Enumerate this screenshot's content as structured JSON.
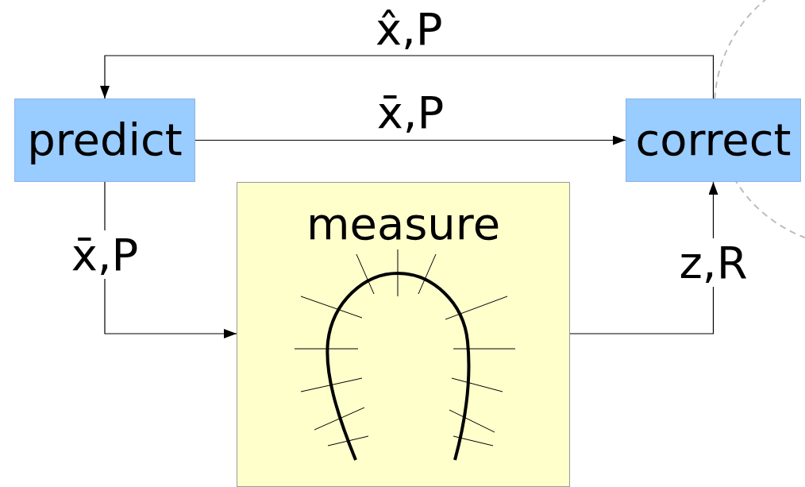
{
  "diagram": {
    "nodes": [
      {
        "text": [
          "predict"
        ]
      },
      {
        "text": [
          "correct"
        ]
      },
      {
        "text": [
          "measure"
        ]
      }
    ],
    "edges": [
      {
        "from": 1,
        "to": 0,
        "arrow": "to",
        "label": "x̂,P"
      },
      {
        "from": 0,
        "to": 1,
        "arrow": "to",
        "label": "x̄,P"
      },
      {
        "from": 0,
        "to": 2,
        "arrow": "to",
        "label": "x̄,P"
      },
      {
        "from": 2,
        "to": 1,
        "arrow": "to",
        "label": "z,R"
      }
    ]
  }
}
